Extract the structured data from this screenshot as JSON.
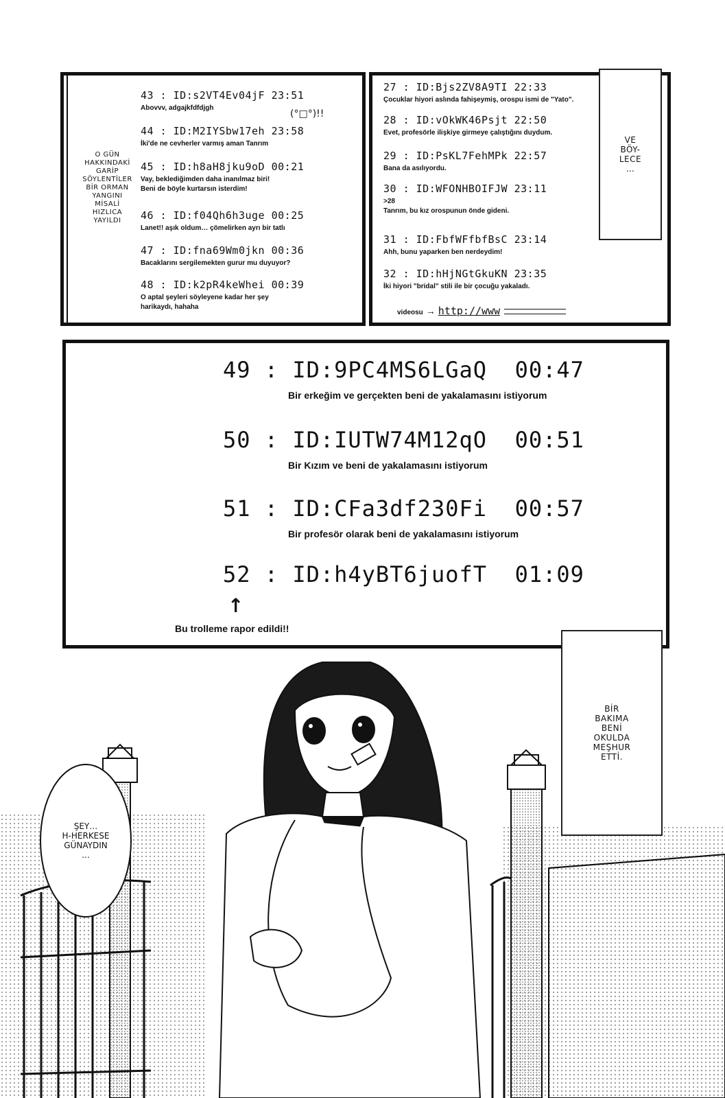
{
  "top_left_caption": "O GÜN\nHAKKINDAKİ\nGARİP\nSÖYLENTİLER\nBİR ORMAN\nYANGINI\nMİSALİ\nHIZLICA\nYAYILDI",
  "emoticon": "(°□°)!!",
  "left_posts": [
    {
      "header": "43 : ID:s2VT4Ev04jF   23:51",
      "message": "Abovvv, adgajkfdfdjgh"
    },
    {
      "header": "44 : ID:M2IYSbw17eh   23:58",
      "message": "İki'de ne cevherler varmış aman Tanrım"
    },
    {
      "header": "45 : ID:h8aH8jku9oD   00:21",
      "message": "Vay, beklediğimden daha inanılmaz biri! Beni de böyle kurtarsın isterdim!"
    },
    {
      "header": "46 : ID:f04Qh6h3uge   00:25",
      "message": "Lanet!! aşık oldum… çömelirken ayrı bir tatlı"
    },
    {
      "header": "47 : ID:fna69Wm0jkn   00:36",
      "message": "Bacaklarını sergilemekten gurur mu duyuyor?"
    },
    {
      "header": "48 : ID:k2pR4keWhei   00:39",
      "message": "O aptal şeyleri söyleyene kadar her şey harikaydı, hahaha"
    }
  ],
  "right_posts": [
    {
      "header": "27 : ID:Bjs2ZV8A9TI   22:33",
      "message": "Çocuklar hiyori aslında fahişeymiş, orospu ismi de \"Yato\"."
    },
    {
      "header": "28 : ID:vOkWK46Psjt   22:50",
      "message": "Evet, profesörle ilişkiye girmeye çalıştığını duydum."
    },
    {
      "header": "29 : ID:PsKL7FehMPk   22:57",
      "message": "Bana da asılıyordu."
    },
    {
      "header": "30 : ID:WFONHBOIFJW   23:11",
      "message": ">28\nTanrım, bu kız orospunun önde gideni."
    },
    {
      "header": "31 : ID:FbfWFfbfBsC   23:14",
      "message": "Ahh, bunu yaparken ben nerdeydim!"
    },
    {
      "header": "32 : ID:hHjNGtGkuKN   23:35",
      "message": "İki hiyori \"bridal\" stili ile bir çocuğu yakaladı."
    }
  ],
  "video_label": "videosu",
  "video_arrow": "→",
  "video_link": "http://www",
  "right_caption": "VE\nBÖY-\nLECE\n…",
  "big_posts": [
    {
      "header": "49 : ID:9PC4MS6LGaQ  00:47",
      "message": "Bir erkeğim ve gerçekten beni de yakalamasını istiyorum"
    },
    {
      "header": "50 : ID:IUTW74M12qO  00:51",
      "message": "Bir Kızım ve beni de yakalamasını istiyorum"
    },
    {
      "header": "51 : ID:CFa3df230Fi  00:57",
      "message": "Bir profesör olarak beni de yakalamasını istiyorum"
    },
    {
      "header": "52 : ID:h4yBT6juofT  01:09",
      "message": ""
    }
  ],
  "report_arrow": "↑",
  "report_note": "Bu trolleme rapor edildi!!",
  "fame_caption": "BİR\nBAKIMA\nBENİ\nOKULDA\nMEŞHUR\nETTİ.",
  "greeting_bubble": "ŞEY…\nH-HERKESE\nGÜNAYDIN\n…",
  "colors": {
    "ink": "#111111",
    "paper": "#ffffff",
    "screentone": "#d9d9d9"
  }
}
